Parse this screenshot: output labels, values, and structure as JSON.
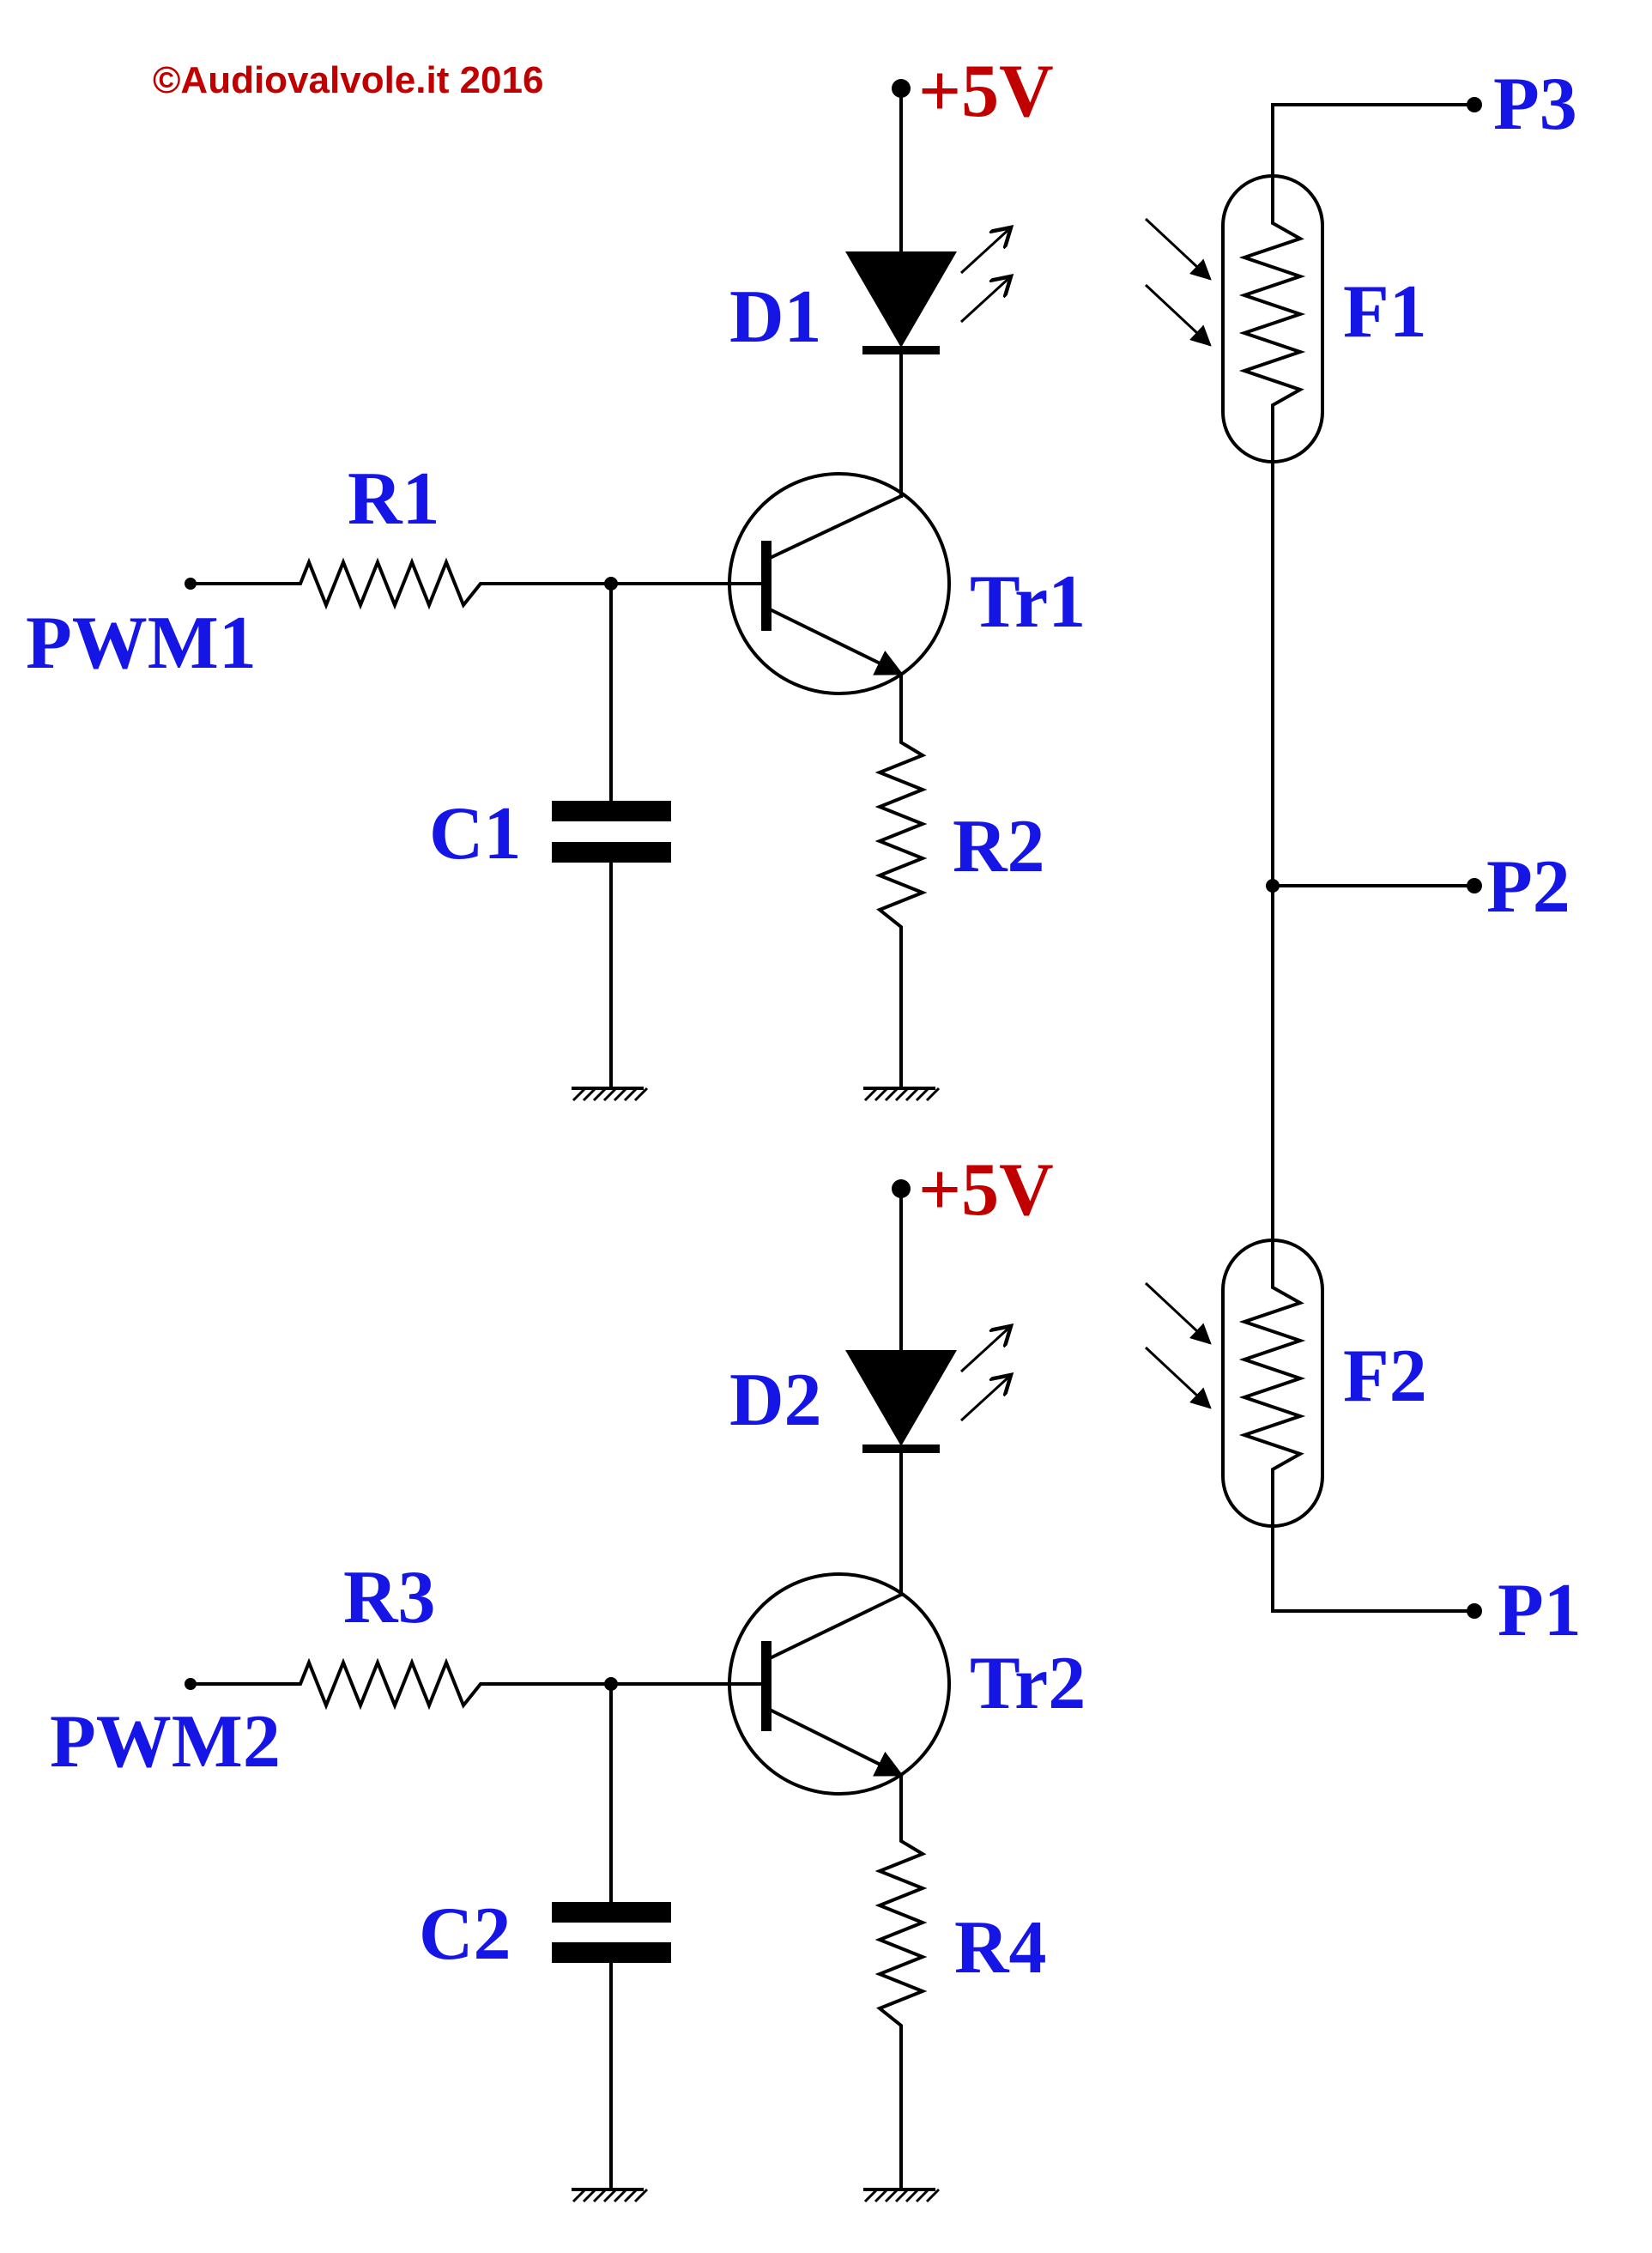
{
  "copyright": "©Audiovalvole.it 2016",
  "colors": {
    "label": "#1515e6",
    "supply": "#c00000",
    "wire": "#000000"
  },
  "labels": {
    "supply_top": "+5V",
    "supply_bottom": "+5V",
    "d1": "D1",
    "d2": "D2",
    "r1": "R1",
    "r2": "R2",
    "r3": "R3",
    "r4": "R4",
    "c1": "C1",
    "c2": "C2",
    "tr1": "Tr1",
    "tr2": "Tr2",
    "pwm1": "PWM1",
    "pwm2": "PWM2",
    "f1": "F1",
    "f2": "F2",
    "p1": "P1",
    "p2": "P2",
    "p3": "P3"
  }
}
